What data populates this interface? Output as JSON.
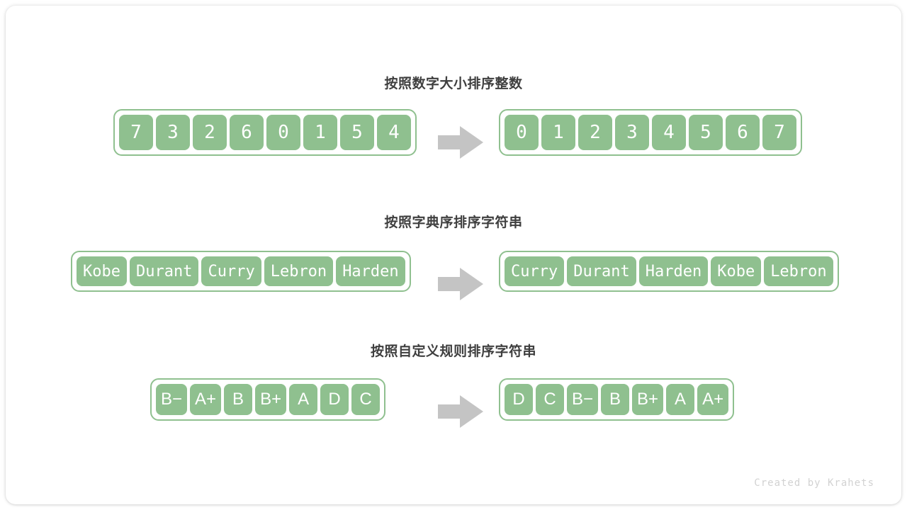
{
  "canvas": {
    "background": "#ffffff",
    "card_background": "#ffffff",
    "accent_green": "#8fc08f",
    "arrow_gray": "#c4c4c4",
    "title_color": "#3f3f3f",
    "footer_color": "#d2d2d2"
  },
  "footer": {
    "credit": "Created by Krahets"
  },
  "sections": [
    {
      "title": "按照数字大小排序整数",
      "kind": "num",
      "arrow_icon": "right-arrow-icon",
      "before": [
        "7",
        "3",
        "2",
        "6",
        "0",
        "1",
        "5",
        "4"
      ],
      "after": [
        "0",
        "1",
        "2",
        "3",
        "4",
        "5",
        "6",
        "7"
      ]
    },
    {
      "title": "按照字典序排序字符串",
      "kind": "name",
      "arrow_icon": "right-arrow-icon",
      "before": [
        "Kobe",
        "Durant",
        "Curry",
        "Lebron",
        "Harden"
      ],
      "after": [
        "Curry",
        "Durant",
        "Harden",
        "Kobe",
        "Lebron"
      ]
    },
    {
      "title": "按照自定义规则排序字符串",
      "kind": "grade",
      "arrow_icon": "right-arrow-icon",
      "before": [
        "B−",
        "A+",
        "B",
        "B+",
        "A",
        "D",
        "C"
      ],
      "after": [
        "D",
        "C",
        "B−",
        "B",
        "B+",
        "A",
        "A+"
      ]
    }
  ]
}
